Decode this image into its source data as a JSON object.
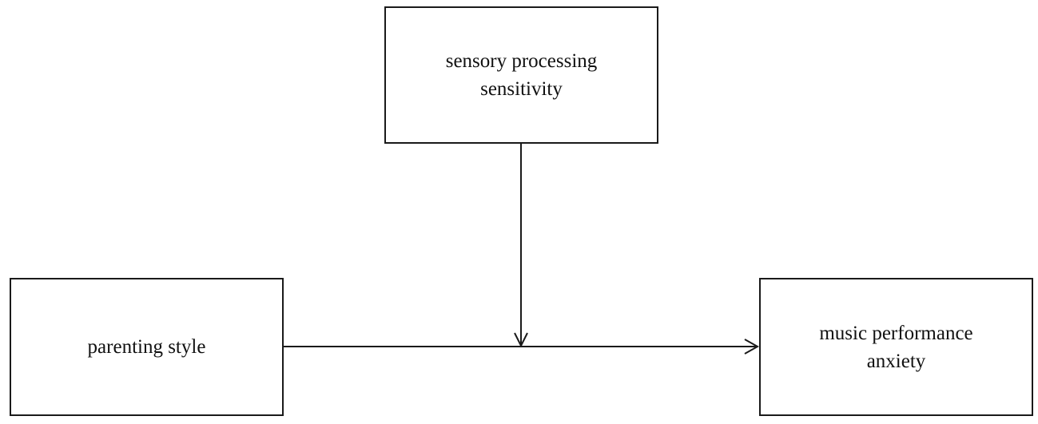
{
  "diagram": {
    "nodes": {
      "moderator": {
        "line1": "sensory processing",
        "line2": "sensitivity"
      },
      "independent": {
        "label": "parenting style"
      },
      "dependent": {
        "line1": "music performance",
        "line2": "anxiety"
      }
    },
    "edges": [
      {
        "from": "parenting style",
        "to": "music performance anxiety"
      },
      {
        "from": "sensory processing sensitivity",
        "to": "parenting style → music performance anxiety path"
      }
    ],
    "colors": {
      "stroke": "#1a1a1a",
      "text": "#111111",
      "background": "#ffffff"
    }
  }
}
